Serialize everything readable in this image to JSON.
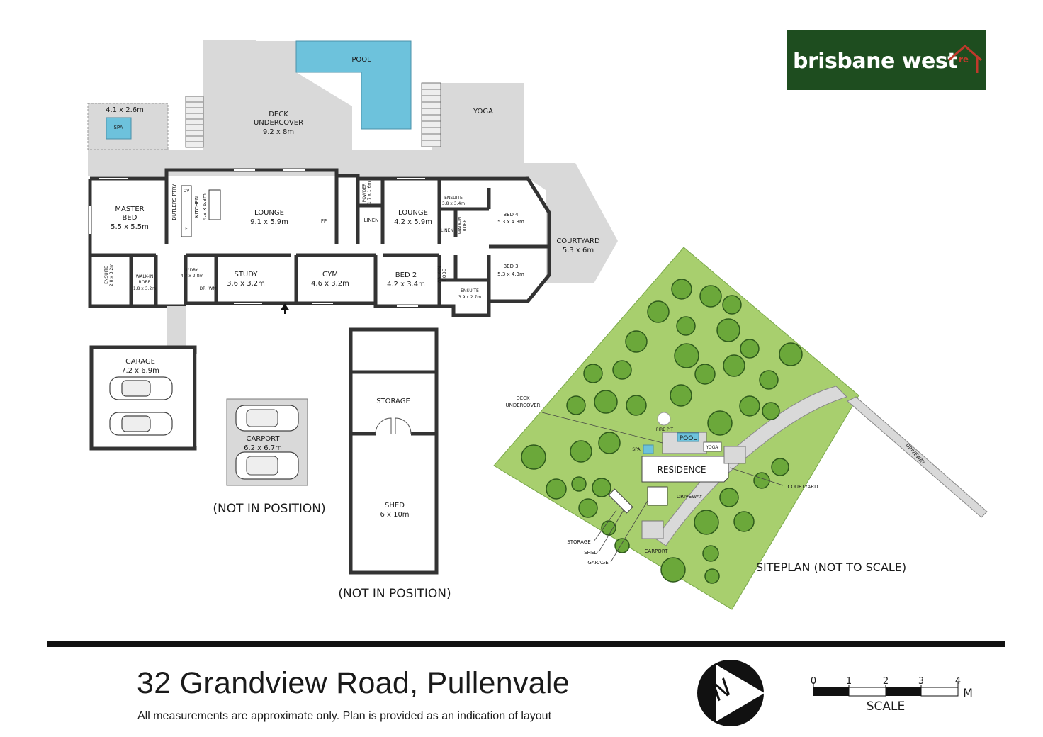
{
  "brand": {
    "name": "brisbane west",
    "suffix": "re"
  },
  "address": "32 Grandview Road, Pullenvale",
  "disclaimer": "All measurements are approximate only. Plan is provided as an indication of layout",
  "floorplan": {
    "pool": "POOL",
    "deck": {
      "name": "DECK\nUNDERCOVER",
      "size": "9.2 x 8m"
    },
    "yoga": "YOGA",
    "spa": "SPA",
    "spa_area": "4.1 x 2.6m",
    "master_bed": {
      "name": "MASTER\nBED",
      "size": "5.5 x 5.5m"
    },
    "butlers": "BUTLERS PTRY",
    "kitchen": {
      "name": "KITCHEN",
      "size": "4.9 x 6.3m"
    },
    "lounge1": {
      "name": "LOUNGE",
      "size": "9.1 x 5.9m"
    },
    "fp": "FP",
    "powder": "POWDER\n1.7 x 1.6m",
    "linen": "LINEN",
    "lounge2": {
      "name": "LOUNGE",
      "size": "4.2 x 5.9m"
    },
    "ensuite1": {
      "name": "ENSUITE",
      "size": "3.8 x 3.4m"
    },
    "walkin1": "WALK-IN\nROBE",
    "bed4": {
      "name": "BED 4",
      "size": "5.3 x 4.3m"
    },
    "courtyard": {
      "name": "COURTYARD",
      "size": "5.3 x 6m"
    },
    "ensuite_master": {
      "name": "ENSUITE",
      "size": "2.8 x 3.2m"
    },
    "walkin_master": {
      "name": "WALK-IN\nROBE",
      "size": "1.8 x 3.2m"
    },
    "ldry": {
      "name": "L'DRY",
      "size": "4.7 x 2.8m"
    },
    "study": {
      "name": "STUDY",
      "size": "3.6 x 3.2m"
    },
    "gym": {
      "name": "GYM",
      "size": "4.6 x 3.2m"
    },
    "bed2": {
      "name": "BED 2",
      "size": "4.2 x 3.4m"
    },
    "walkin2": "WALK-IN\nROBE",
    "bed3": {
      "name": "BED 3",
      "size": "5.3 x 4.3m"
    },
    "ensuite2": {
      "name": "ENSUITE",
      "size": "3.9 x 2.7m"
    },
    "garage": {
      "name": "GARAGE",
      "size": "7.2 x 6.9m"
    },
    "carport": {
      "name": "CARPORT",
      "size": "6.2 x 6.7m"
    },
    "storage": "STORAGE",
    "shed": {
      "name": "SHED",
      "size": "6 x 10m"
    },
    "not_in_position": "(NOT IN POSITION)",
    "appliances": {
      "ov": "OV",
      "f": "F",
      "dr": "DR",
      "wm": "WM",
      "linen_small": "LINEN"
    }
  },
  "siteplan": {
    "title": "SITEPLAN (NOT TO SCALE)",
    "residence": "RESIDENCE",
    "pool": "POOL",
    "yoga": "YOGA",
    "spa": "SPA",
    "fire_pit": "FIRE PIT",
    "deck_undercover": "DECK\nUNDERCOVER",
    "driveway_inner": "DRIVEWAY",
    "driveway_road": "DRIVEWAY",
    "courtyard": "COURTYARD",
    "storage": "STORAGE",
    "shed": "SHED",
    "garage": "GARAGE",
    "carport": "CARPORT"
  },
  "scale": {
    "ticks": [
      "0",
      "1",
      "2",
      "3",
      "4"
    ],
    "unit": "M",
    "label": "SCALE"
  },
  "compass": {
    "letter": "N"
  },
  "colors": {
    "pool": "#6dc2dc",
    "deck": "#d9d9d9",
    "lawn": "#a8cf6e",
    "brand_bg": "#1e4d1f",
    "wall": "#333333"
  }
}
